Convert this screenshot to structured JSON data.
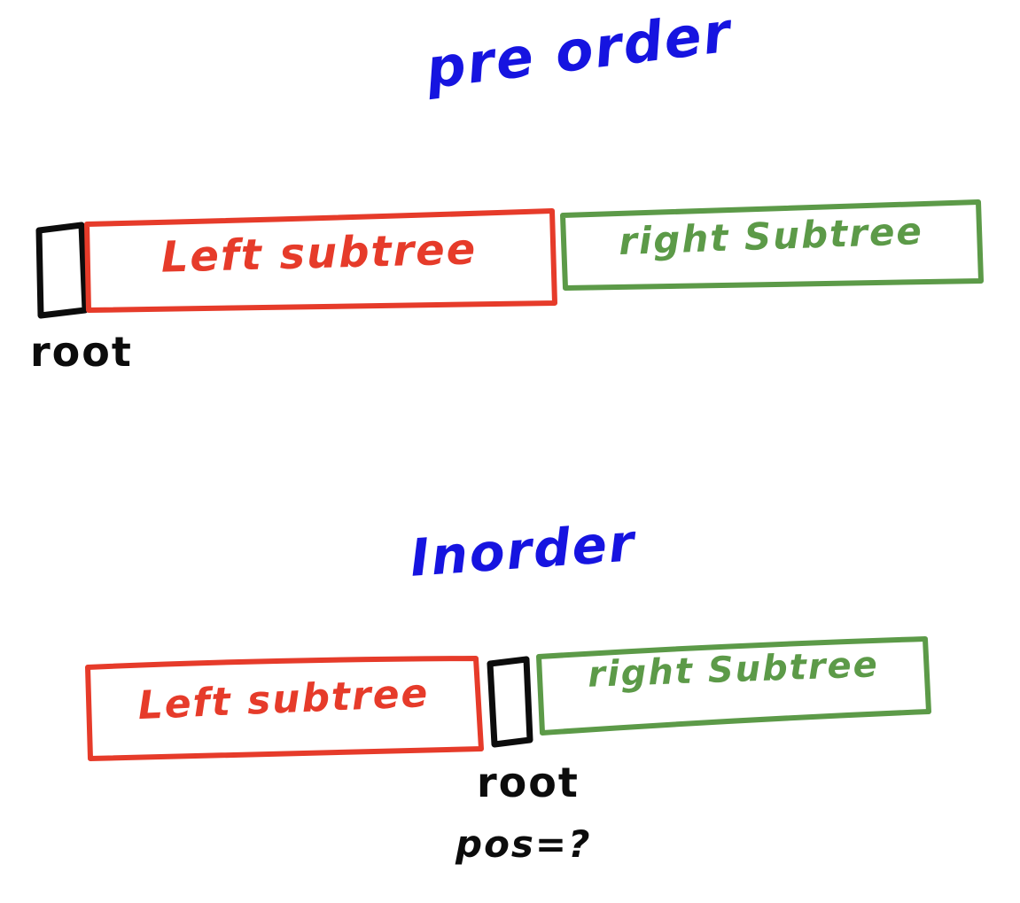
{
  "colors": {
    "red": "#e63b2a",
    "green": "#5c9a48",
    "blue": "#1614e0",
    "black": "#0c0c0c"
  },
  "preorder": {
    "title": "pre order",
    "root_label": "root",
    "left_box": "Left subtree",
    "right_box": "right Subtree"
  },
  "inorder": {
    "title": "Inorder",
    "root_label": "root",
    "left_box": "Left subtree",
    "right_box": "right Subtree",
    "pos_annotation": "pos=?"
  }
}
